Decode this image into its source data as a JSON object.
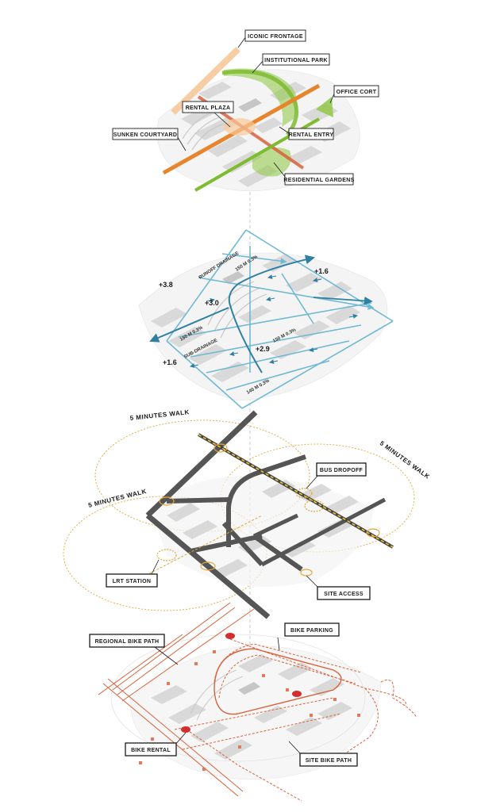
{
  "colors": {
    "buildings": "#d9d9d9",
    "green": "#8cc63f",
    "orange": "#e8842c",
    "peach": "#f7c99a",
    "drainage": "#6fb9d3",
    "drainage_dark": "#2f7fa3",
    "road": "#555555",
    "walk_circle": "#e3a83c",
    "bike": "#d9623b",
    "bike_marker": "#d32f2f"
  },
  "layer1": {
    "labels": {
      "iconic_frontage": "ICONIC FRONTAGE",
      "institutional_park": "INSTITUTIONAL PARK",
      "office_cort": "OFFICE CORT",
      "rental_plaza": "RENTAL PLAZA",
      "sunken_courtyard": "SUNKEN COURTYARD",
      "rental_entry": "RENTAL ENTRY",
      "residential_gardens": "RESIDENTIAL GARDENS"
    }
  },
  "layer2": {
    "labels": {
      "runoff_drainage": "RUNOFF DRAINAGE",
      "sub_drainage": "SUB-DRAINAGE"
    },
    "elevations": {
      "e1": "+3.8",
      "e2": "+3.0",
      "e3": "+1.6",
      "e4": "+2.9",
      "e5": "+1.6"
    },
    "slopes": {
      "s1": "150 M 0.3%",
      "s2": "160 M 0.3%",
      "s3": "150 M 0.3%",
      "s4": "140 M 0.3%"
    }
  },
  "layer3": {
    "labels": {
      "walk_top": "5 MINUTES WALK",
      "walk_right": "5 MINUTES WALK",
      "walk_left": "5 MINUTES WALK",
      "bus_dropoff": "BUS DROPOFF",
      "lrt_station": "LRT STATION",
      "site_access": "SITE ACCESS"
    }
  },
  "layer4": {
    "labels": {
      "regional_bike_path": "REGIONAL BIKE PATH",
      "bike_parking": "BIKE PARKING",
      "bike_rental": "BIKE RENTAL",
      "site_bike_path": "SITE BIKE PATH"
    }
  }
}
